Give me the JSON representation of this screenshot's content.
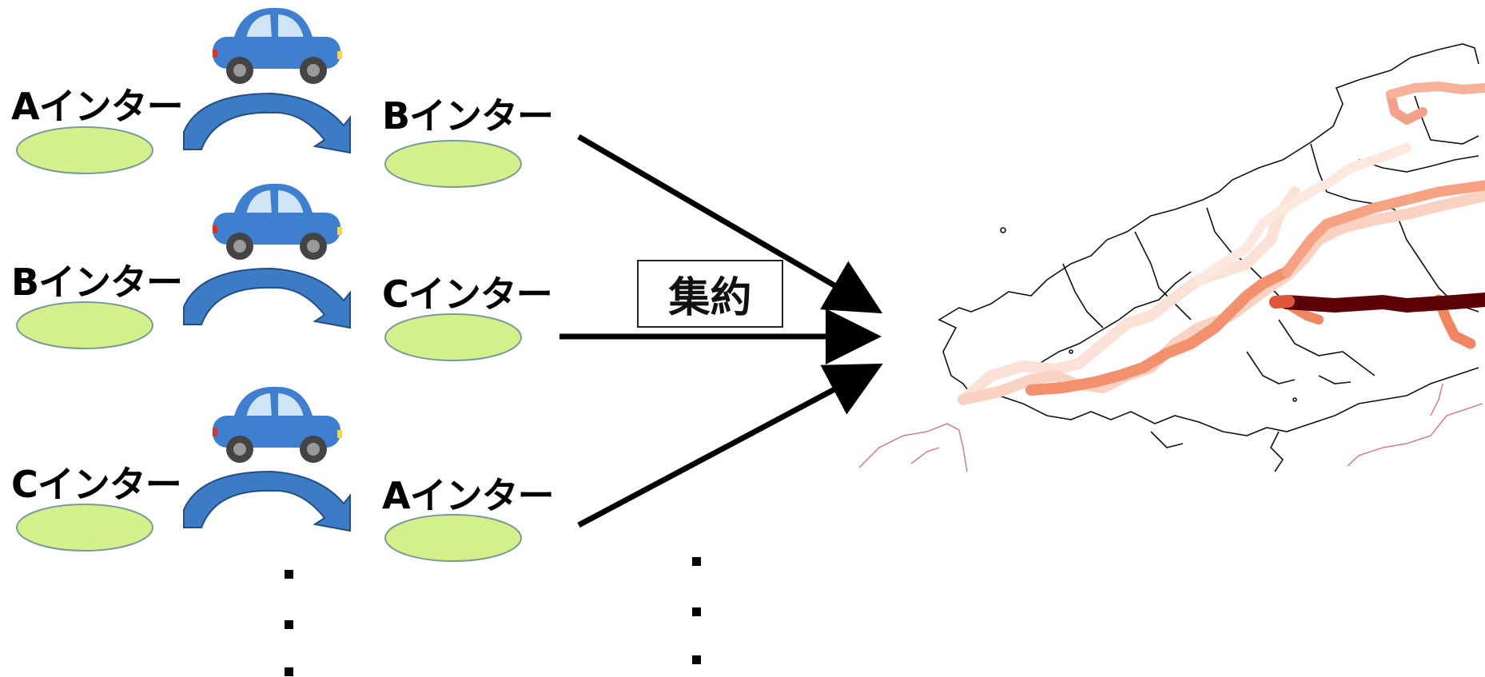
{
  "rows": [
    {
      "from": "Aインター",
      "to": "Bインター"
    },
    {
      "from": "Bインター",
      "to": "Cインター"
    },
    {
      "from": "Cインター",
      "to": "Aインター"
    }
  ],
  "aggregate_label": "集約",
  "colors": {
    "ellipse_fill": "#d4f08a",
    "ellipse_stroke": "#7a9a9a",
    "curve_arrow": "#3d7bc4",
    "car_body": "#3f7fd0",
    "route_dark": "#5c0008",
    "route_mid": "#f08a6a",
    "route_light": "#fbd9cc"
  },
  "icons": [
    "car-icon",
    "curved-arrow-icon",
    "arrow-icon",
    "map-icon"
  ]
}
